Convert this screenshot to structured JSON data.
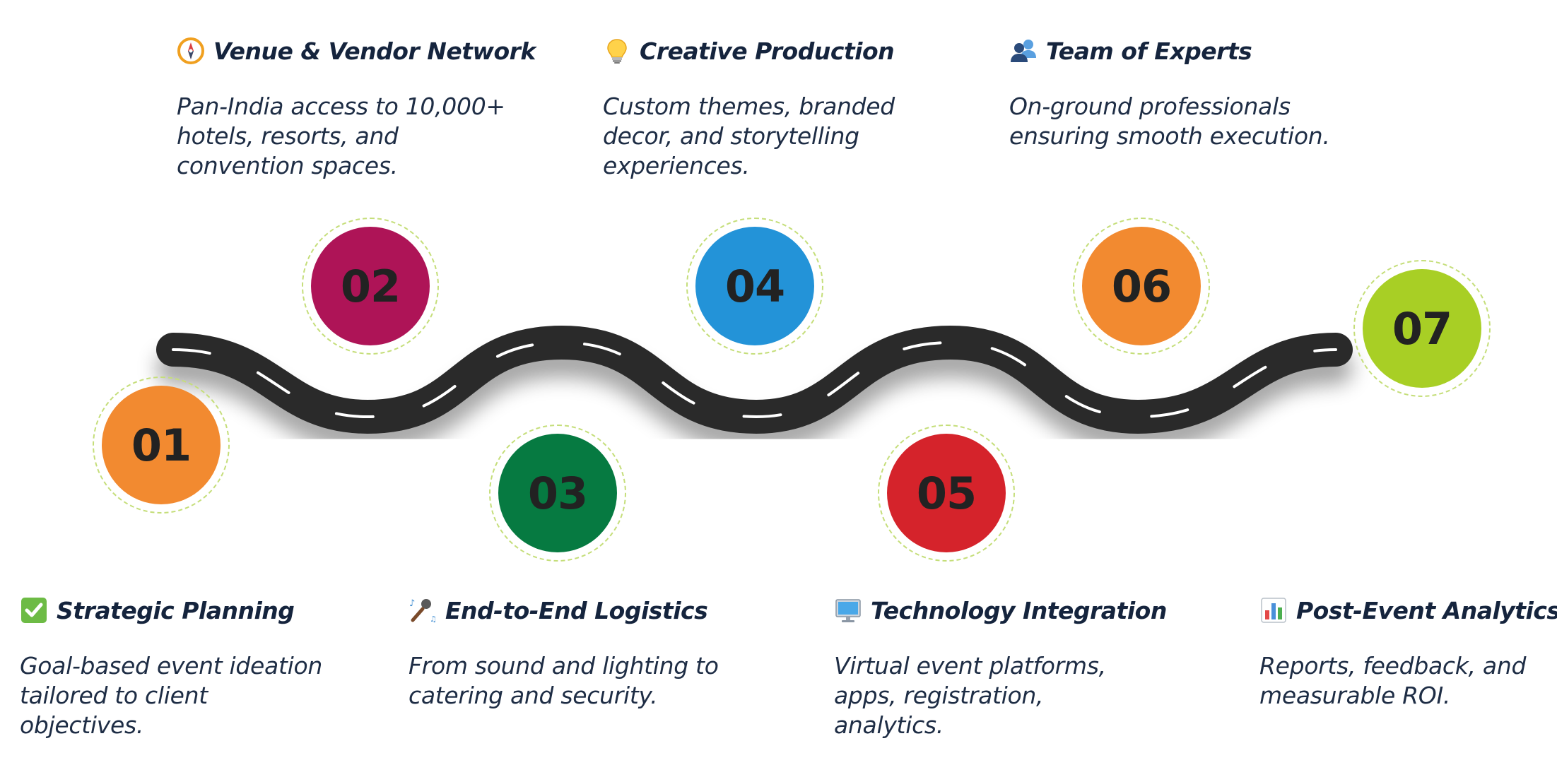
{
  "steps": [
    {
      "number": "01",
      "color": "#f28a30",
      "icon": "check-icon",
      "title": "Strategic Planning",
      "description": "Goal-based event ideation\ntailored to client\nobjectives."
    },
    {
      "number": "02",
      "color": "#ae1457",
      "icon": "compass-icon",
      "title": "Venue & Vendor Network",
      "description": "Pan-India access to 10,000+\nhotels, resorts, and\nconvention spaces."
    },
    {
      "number": "03",
      "color": "#067a41",
      "icon": "microphone-icon",
      "title": "End-to-End Logistics",
      "description": "From sound and lighting to\ncatering and security."
    },
    {
      "number": "04",
      "color": "#2393d8",
      "icon": "lightbulb-icon",
      "title": "Creative Production",
      "description": "Custom themes, branded\ndecor, and storytelling\nexperiences."
    },
    {
      "number": "05",
      "color": "#d5232b",
      "icon": "monitor-icon",
      "title": "Technology Integration",
      "description": "Virtual event platforms,\napps, registration,\nanalytics."
    },
    {
      "number": "06",
      "color": "#f28a30",
      "icon": "people-icon",
      "title": "Team of Experts",
      "description": "On-ground professionals\nensuring smooth execution."
    },
    {
      "number": "07",
      "color": "#a8cf25",
      "icon": "bar-chart-icon",
      "title": "Post-Event Analytics",
      "description": "Reports, feedback, and\nmeasurable ROI."
    }
  ],
  "road_color": "#2a2a2a",
  "road_marking_color": "#ffffff"
}
